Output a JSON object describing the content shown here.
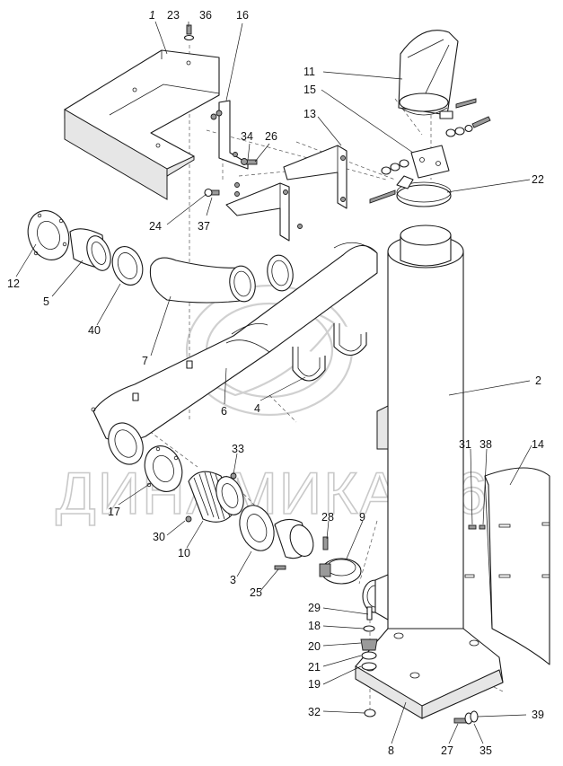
{
  "watermark": {
    "text": "ДИНАМИКА 76"
  },
  "callouts": [
    {
      "id": "c1",
      "text": "1",
      "italic": true
    },
    {
      "id": "c23",
      "text": "23"
    },
    {
      "id": "c36",
      "text": "36"
    },
    {
      "id": "c16",
      "text": "16"
    },
    {
      "id": "c11",
      "text": "11"
    },
    {
      "id": "c15",
      "text": "15"
    },
    {
      "id": "c13",
      "text": "13"
    },
    {
      "id": "c34",
      "text": "34"
    },
    {
      "id": "c26",
      "text": "26"
    },
    {
      "id": "c22",
      "text": "22"
    },
    {
      "id": "c24",
      "text": "24"
    },
    {
      "id": "c37",
      "text": "37"
    },
    {
      "id": "c12",
      "text": "12"
    },
    {
      "id": "c5",
      "text": "5"
    },
    {
      "id": "c40",
      "text": "40"
    },
    {
      "id": "c7",
      "text": "7"
    },
    {
      "id": "c2",
      "text": "2"
    },
    {
      "id": "c6",
      "text": "6"
    },
    {
      "id": "c4",
      "text": "4"
    },
    {
      "id": "c33",
      "text": "33"
    },
    {
      "id": "c31",
      "text": "31"
    },
    {
      "id": "c38",
      "text": "38"
    },
    {
      "id": "c14",
      "text": "14"
    },
    {
      "id": "c17",
      "text": "17"
    },
    {
      "id": "c30",
      "text": "30"
    },
    {
      "id": "c10",
      "text": "10"
    },
    {
      "id": "c28",
      "text": "28"
    },
    {
      "id": "c9",
      "text": "9"
    },
    {
      "id": "c3",
      "text": "3"
    },
    {
      "id": "c25",
      "text": "25"
    },
    {
      "id": "c29",
      "text": "29"
    },
    {
      "id": "c18",
      "text": "18"
    },
    {
      "id": "c20",
      "text": "20"
    },
    {
      "id": "c21",
      "text": "21"
    },
    {
      "id": "c19",
      "text": "19"
    },
    {
      "id": "c32",
      "text": "32"
    },
    {
      "id": "c39",
      "text": "39"
    },
    {
      "id": "c8",
      "text": "8"
    },
    {
      "id": "c27",
      "text": "27"
    },
    {
      "id": "c35",
      "text": "35"
    }
  ]
}
